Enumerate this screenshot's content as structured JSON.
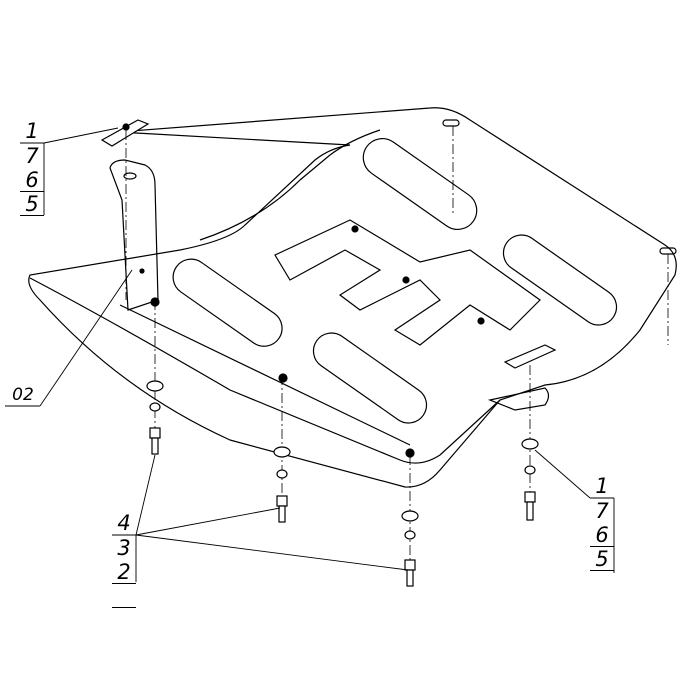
{
  "drawing": {
    "callout_top_left": [
      "1",
      "7",
      "6",
      "5"
    ],
    "callout_right": [
      "1",
      "7",
      "6",
      "5"
    ],
    "callout_bolts": [
      "4",
      "3",
      "2"
    ],
    "callout_bracket": "02"
  },
  "colors": {
    "line": "#000000",
    "background": "#ffffff"
  }
}
